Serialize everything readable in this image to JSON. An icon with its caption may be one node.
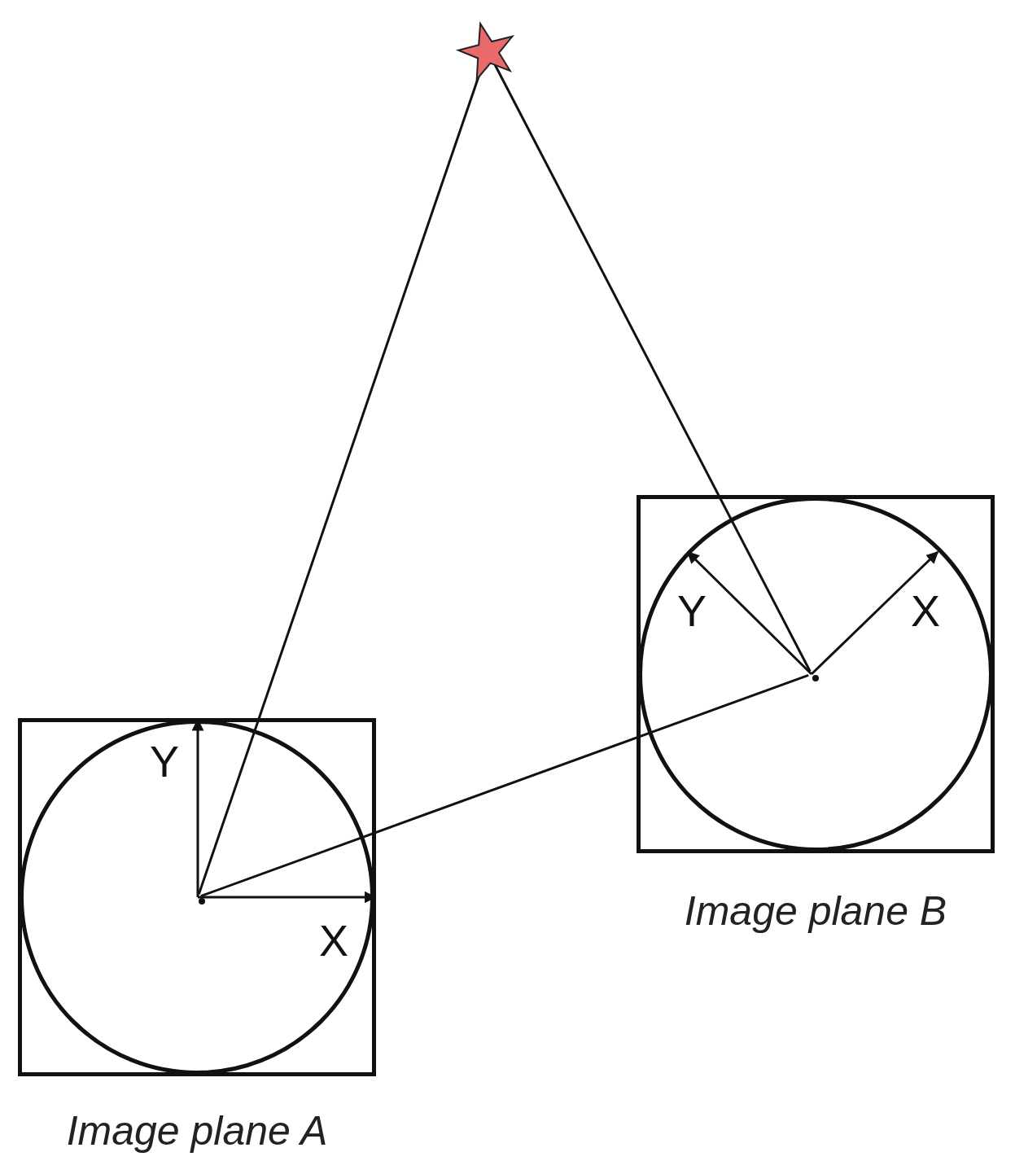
{
  "diagram": {
    "nodes": [
      {
        "text": [],
        "shape": "star"
      },
      {
        "text": [
          "Image plane B"
        ]
      },
      {
        "text": [],
        "shape": "circle",
        "in": 1
      },
      {
        "text": [],
        "shape": "point",
        "in": 2
      },
      {
        "text": [
          "Image plane A"
        ]
      },
      {
        "text": [],
        "shape": "circle",
        "in": 4
      },
      {
        "text": [],
        "shape": "point",
        "in": 5
      }
    ],
    "edges": [
      {
        "from": 6,
        "to": 0,
        "arrow": "none"
      },
      {
        "from": 3,
        "to": 0,
        "arrow": "none"
      },
      {
        "from": 6,
        "to": 3,
        "arrow": "none"
      }
    ],
    "labels": [
      "Y",
      "X",
      "Y",
      "X"
    ]
  }
}
